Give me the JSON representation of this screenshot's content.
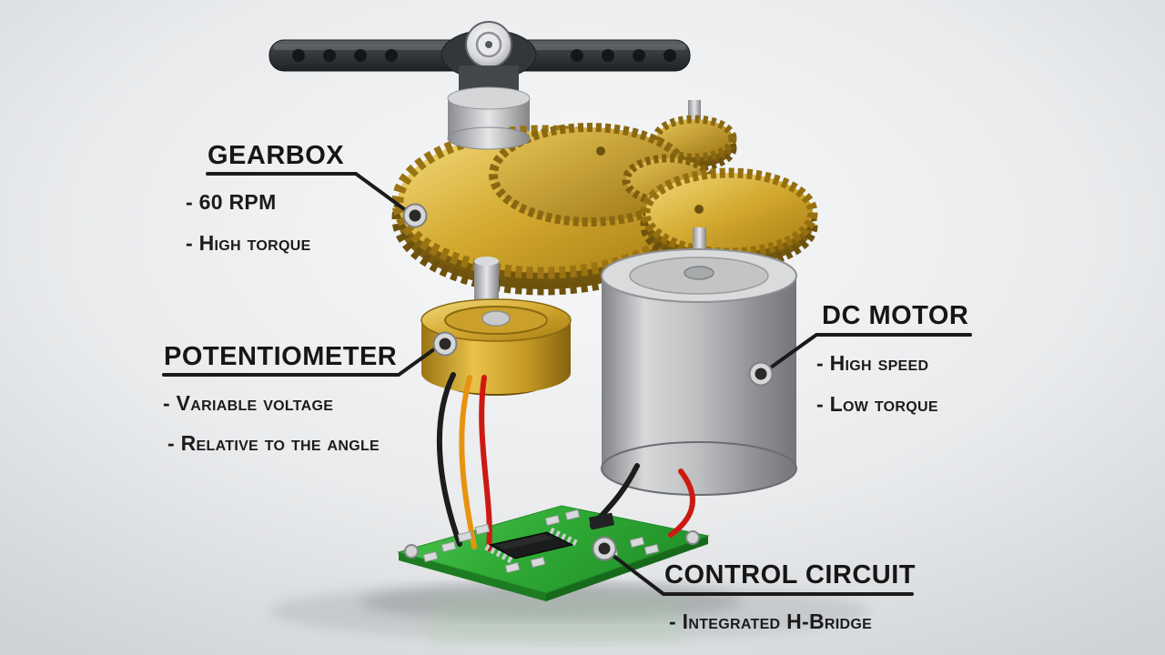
{
  "callouts": {
    "gearbox": {
      "title": "GEARBOX",
      "items": [
        "- 60 RPM",
        "- High torque"
      ]
    },
    "potentiometer": {
      "title": "POTENTIOMETER",
      "items": [
        "- Variable voltage",
        "- Relative to the angle"
      ]
    },
    "dc_motor": {
      "title": "DC MOTOR",
      "items": [
        "- High speed",
        "- Low torque"
      ]
    },
    "control_circuit": {
      "title": "CONTROL CIRCUIT",
      "items": [
        "- Integrated H-Bridge"
      ]
    }
  },
  "colors": {
    "background": "#e9ebed",
    "text": "#1b1b1b",
    "gear_brass": "#d3a92f",
    "motor_silver": "#b9bbbd",
    "potentiometer_gold": "#d4a92c",
    "pcb_green": "#2fa834",
    "servo_horn_gray": "#3b3e41",
    "wire_black": "#1c1c1c",
    "wire_orange": "#e8930f",
    "wire_red": "#cc1a12"
  }
}
